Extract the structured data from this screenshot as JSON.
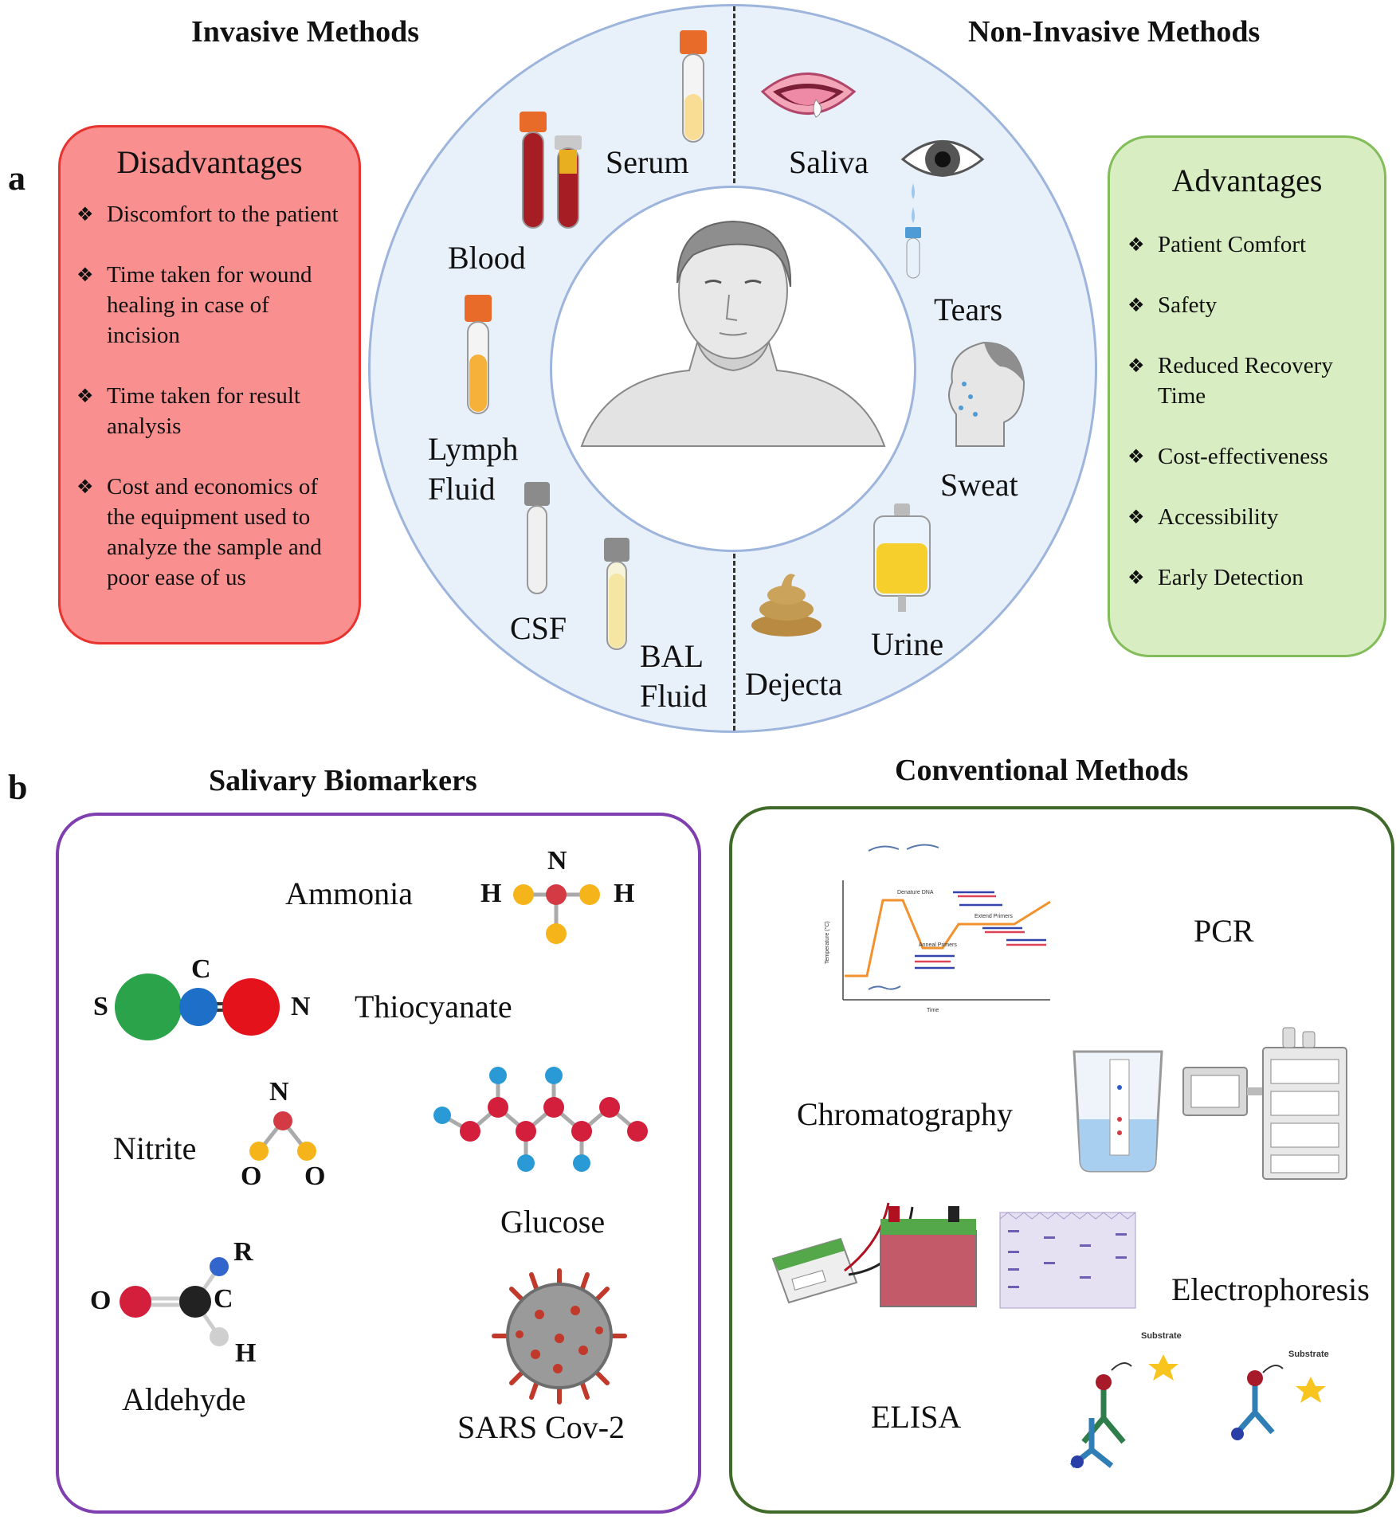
{
  "panel_a": {
    "letter": "a",
    "invasive_heading": "Invasive Methods",
    "noninvasive_heading": "Non-Invasive Methods",
    "disadvantages": {
      "title": "Disadvantages",
      "bullet": "❖",
      "items": [
        "Discomfort to the patient",
        "Time taken for wound healing in case of incision",
        "Time taken for result analysis",
        "Cost and economics of the equipment used to analyze the sample and poor ease of us"
      ]
    },
    "advantages": {
      "title": "Advantages",
      "bullet": "❖",
      "items": [
        "Patient Comfort",
        "Safety",
        "Reduced Recovery Time",
        "Cost-effectiveness",
        "Accessibility",
        "Early Detection"
      ]
    },
    "samples": {
      "serum": "Serum",
      "blood": "Blood",
      "lymph_1": "Lymph",
      "lymph_2": "Fluid",
      "csf": "CSF",
      "bal_1": "BAL",
      "bal_2": "Fluid",
      "saliva": "Saliva",
      "tears": "Tears",
      "sweat": "Sweat",
      "urine": "Urine",
      "dejecta": "Dejecta"
    }
  },
  "panel_b": {
    "letter": "b",
    "salivary_heading": "Salivary Biomarkers",
    "conventional_heading": "Conventional Methods",
    "biomarkers": {
      "ammonia": "Ammonia",
      "thiocyanate": "Thiocyanate",
      "nitrite": "Nitrite",
      "glucose": "Glucose",
      "aldehyde": "Aldehyde",
      "sars": "SARS Cov-2"
    },
    "atoms": {
      "ammonia_n": "N",
      "ammonia_h1": "H",
      "ammonia_h2": "H",
      "thio_s": "S",
      "thio_c": "C",
      "thio_n": "N",
      "nitrite_n": "N",
      "nitrite_o1": "O",
      "nitrite_o2": "O",
      "ald_o": "O",
      "ald_c": "C",
      "ald_r": "R",
      "ald_h": "H"
    },
    "methods": {
      "pcr": "PCR",
      "chromatography": "Chromatography",
      "electrophoresis": "Electrophoresis",
      "elisa": "ELISA"
    },
    "elisa_substrate_label": "Substrate",
    "pcr_graph": {
      "denature": "Denature DNA",
      "anneal": "Anneal Primers",
      "extend": "Extend Primers",
      "xlabel": "Time",
      "ylabel": "Temperature (°C)"
    }
  },
  "colors": {
    "disadvantages_fill": "#f9908f",
    "disadvantages_border": "#e8332f",
    "advantages_fill": "#d9edc2",
    "advantages_border": "#83bd5a",
    "ring_fill": "#e8f0fa",
    "ring_border": "#9db4dc",
    "biomarker_border": "#7f3fb0",
    "methods_border": "#3f6a2a"
  }
}
